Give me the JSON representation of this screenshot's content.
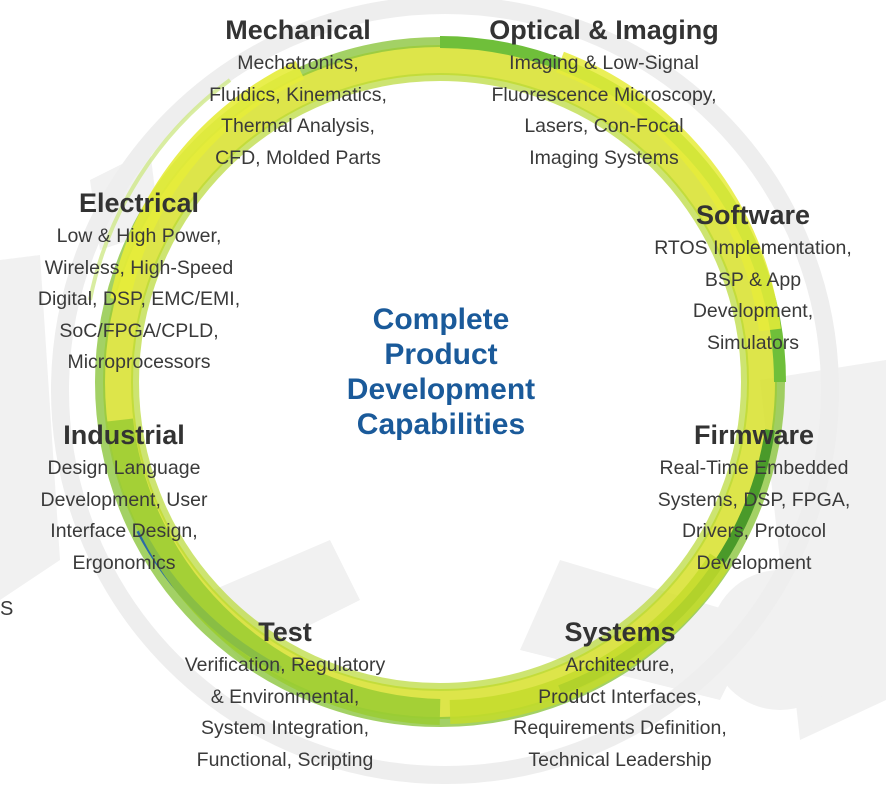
{
  "center": {
    "lines": [
      "Complete",
      "Product",
      "Development",
      "Capabilities"
    ],
    "color": "#1a5a9a"
  },
  "stray_text": "S",
  "ring_colors": {
    "green": "#8cc63f",
    "lime": "#d7e02a",
    "dark": "#4a9a2a",
    "blue": "#2a6aa8"
  },
  "segments": [
    {
      "id": "mechanical",
      "title": "Mechanical",
      "lines": [
        "Mechatronics,",
        "Fluidics, Kinematics,",
        "Thermal Analysis,",
        "CFD, Molded Parts"
      ]
    },
    {
      "id": "optical",
      "title": "Optical & Imaging",
      "lines": [
        "Imaging & Low-Signal",
        "Fluorescence Microscopy,",
        "Lasers, Con-Focal",
        "Imaging Systems"
      ]
    },
    {
      "id": "software",
      "title": "Software",
      "lines": [
        "RTOS Implementation,",
        "BSP & App",
        "Development,",
        "Simulators"
      ]
    },
    {
      "id": "electrical",
      "title": "Electrical",
      "lines": [
        "Low & High Power,",
        "Wireless, High-Speed",
        "Digital, DSP, EMC/EMI,",
        "SoC/FPGA/CPLD,",
        "Microprocessors"
      ]
    },
    {
      "id": "industrial",
      "title": "Industrial",
      "lines": [
        "Design Language",
        "Development, User",
        "Interface Design,",
        "Ergonomics"
      ]
    },
    {
      "id": "firmware",
      "title": "Firmware",
      "lines": [
        "Real-Time Embedded",
        "Systems, DSP, FPGA,",
        "Drivers, Protocol",
        "Development"
      ]
    },
    {
      "id": "test",
      "title": "Test",
      "lines": [
        "Verification, Regulatory",
        "& Environmental,",
        "System Integration,",
        "Functional, Scripting"
      ]
    },
    {
      "id": "systems",
      "title": "Systems",
      "lines": [
        "Architecture,",
        "Product Interfaces,",
        "Requirements Definition,",
        "Technical Leadership"
      ]
    }
  ]
}
